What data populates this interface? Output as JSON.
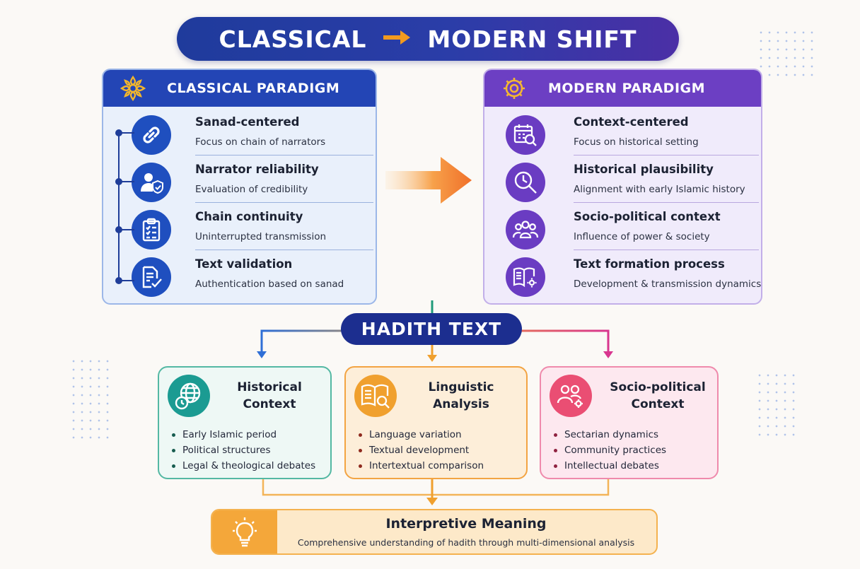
{
  "title": {
    "left": "CLASSICAL",
    "right": "MODERN SHIFT"
  },
  "classical": {
    "heading": "CLASSICAL PARADIGM",
    "items": [
      {
        "title": "Sanad-centered",
        "subtitle": "Focus on chain of narrators",
        "icon": "chain-link-icon"
      },
      {
        "title": "Narrator reliability",
        "subtitle": "Evaluation of credibility",
        "icon": "user-shield-icon"
      },
      {
        "title": "Chain continuity",
        "subtitle": "Uninterrupted transmission",
        "icon": "clipboard-checklist-icon"
      },
      {
        "title": "Text validation",
        "subtitle": "Authentication based on sanad",
        "icon": "document-check-icon"
      }
    ]
  },
  "modern": {
    "heading": "MODERN PARADIGM",
    "items": [
      {
        "title": "Context-centered",
        "subtitle": "Focus on historical setting",
        "icon": "calendar-search-icon"
      },
      {
        "title": "Historical plausibility",
        "subtitle": "Alignment with early Islamic history",
        "icon": "clock-magnifier-icon"
      },
      {
        "title": "Socio-political context",
        "subtitle": "Influence of power & society",
        "icon": "people-group-icon"
      },
      {
        "title": "Text formation process",
        "subtitle": "Development & transmission dynamics",
        "icon": "book-gear-icon"
      }
    ]
  },
  "hadith": "HADITH TEXT",
  "cards": {
    "historical": {
      "title": "Historical Context",
      "items": [
        "Early Islamic period",
        "Political structures",
        "Legal & theological debates"
      ]
    },
    "linguistic": {
      "title": "Linguistic Analysis",
      "items": [
        "Language variation",
        "Textual development",
        "Intertextual comparison"
      ]
    },
    "socio": {
      "title": "Socio-political Context",
      "items": [
        "Sectarian dynamics",
        "Community practices",
        "Intellectual debates"
      ]
    }
  },
  "result": {
    "title": "Interpretive Meaning",
    "subtitle": "Comprehensive understanding of hadith through multi-dimensional analysis"
  },
  "colors": {
    "classical": "#2345b5",
    "modern": "#6c3fc3",
    "historical": "#1b9b92",
    "linguistic": "#f0a02e",
    "socio": "#ea4e73",
    "accent_arrow": "#f39a1f"
  }
}
